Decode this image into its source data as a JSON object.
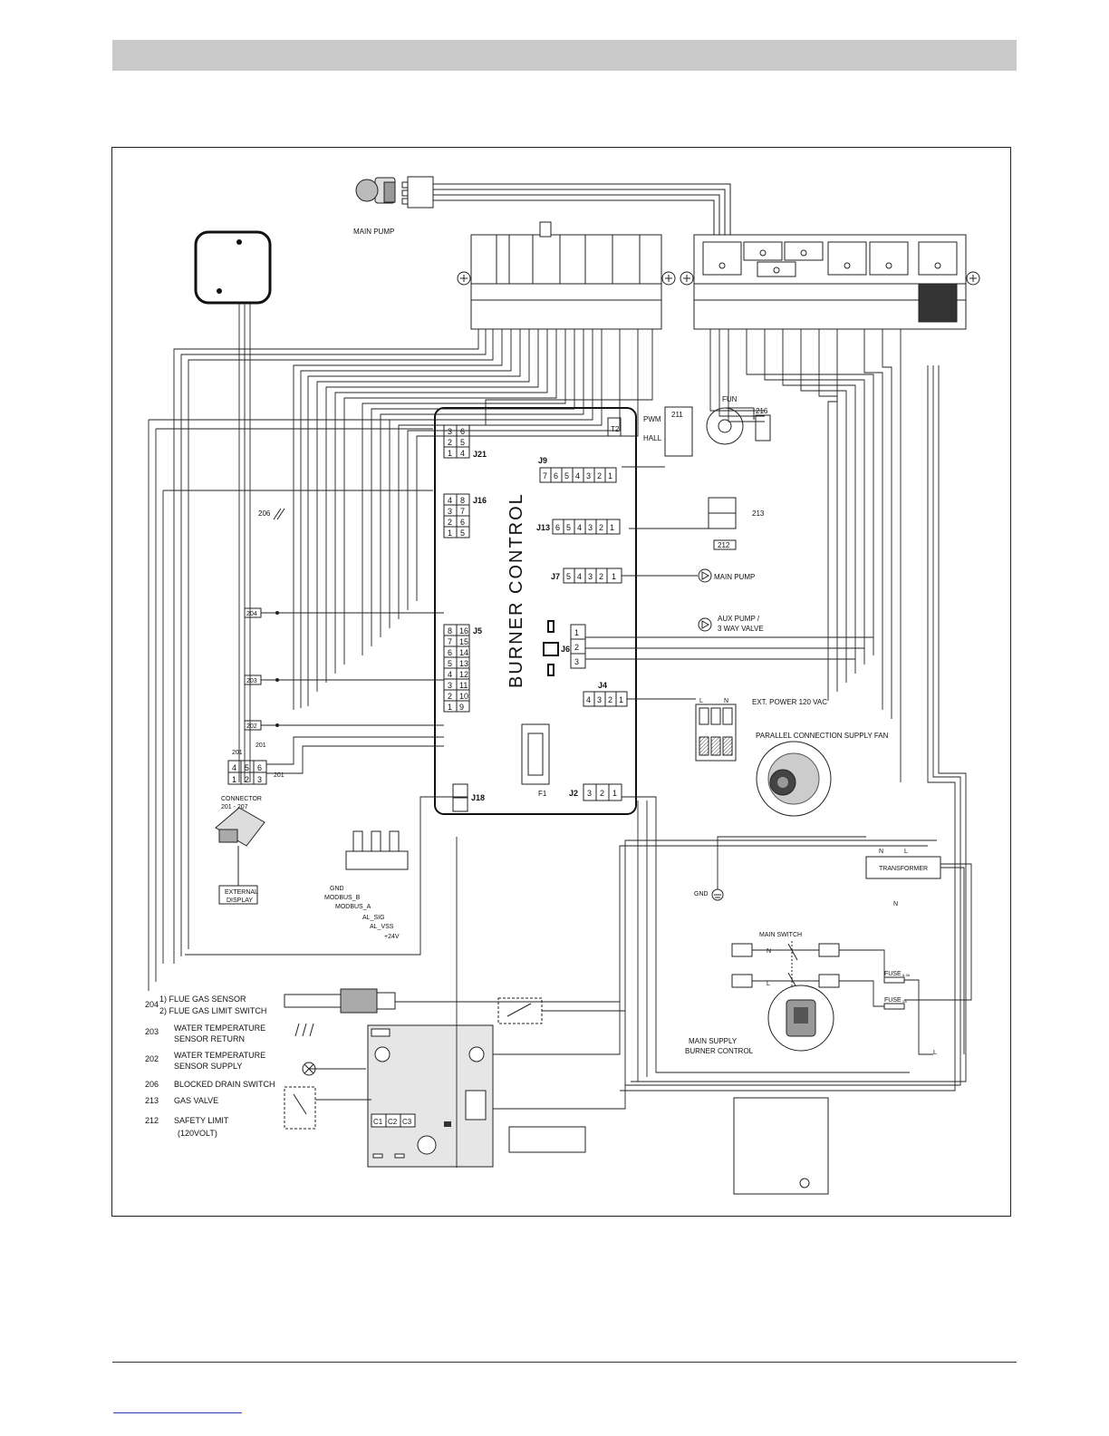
{
  "labels": {
    "main_pump_top": "MAIN PUMP",
    "fun": "FUN",
    "pwm": "PWM",
    "hall": "HALL",
    "burner_control": "BURNER CONTROL",
    "j21": "J21",
    "j16": "J16",
    "j9": "J9",
    "j13": "J13",
    "j7": "J7",
    "j5": "J5",
    "j6": "J6",
    "j4": "J4",
    "j2": "J2",
    "j18": "J18",
    "t2": "T2",
    "f1": "F1",
    "c211": "211",
    "c216": "216",
    "c213": "213",
    "c212": "212",
    "c206": "206",
    "c204": "204",
    "c203": "203",
    "c202": "202",
    "c201a": "201",
    "c201b": "201",
    "c201c": "201",
    "main_pump_j7": "MAIN PUMP",
    "aux_pump_1": "AUX PUMP /",
    "aux_pump_2": "3 WAY VALVE",
    "ext_power": "EXT. POWER 120 VAC",
    "parallel_fan": "PARALLEL CONNECTION SUPPLY FAN",
    "connector_1": "CONNECTOR",
    "connector_2": "201 - 207",
    "external_display_1": "EXTERNAL",
    "external_display_2": "DISPLAY",
    "gnd_pin": "GND",
    "modbus_b": "MODBUS_B",
    "modbus_a": "MODBUS_A",
    "al_sig": "AL_SIG",
    "al_vss": "AL_VSS",
    "v24": "+24V",
    "transformer": "TRANSFORMER",
    "tr_n": "N",
    "tr_l": "L",
    "tr_n2": "N",
    "gnd": "GND",
    "main_switch": "MAIN SWITCH",
    "sw_n": "N",
    "sw_l": "L",
    "fuse1": "FUSE",
    "fuse1_rating": "6.3A",
    "fuse2": "FUSE",
    "fuse2_rating": "2A",
    "main_supply_1": "MAIN SUPPLY",
    "main_supply_2": "BURNER CONTROL",
    "l_bottom": "L",
    "ext_l": "L",
    "ext_n": "N"
  },
  "connectors": {
    "j21": [
      [
        "3",
        "6"
      ],
      [
        "2",
        "5"
      ],
      [
        "1",
        "4"
      ]
    ],
    "j16": [
      [
        "4",
        "8"
      ],
      [
        "3",
        "7"
      ],
      [
        "2",
        "6"
      ],
      [
        "1",
        "5"
      ]
    ],
    "j5": [
      [
        "8",
        "16"
      ],
      [
        "7",
        "15"
      ],
      [
        "6",
        "14"
      ],
      [
        "5",
        "13"
      ],
      [
        "4",
        "12"
      ],
      [
        "3",
        "11"
      ],
      [
        "2",
        "10"
      ],
      [
        "1",
        "9"
      ]
    ],
    "j9": [
      "7",
      "6",
      "5",
      "4",
      "3",
      "2",
      "1"
    ],
    "j13": [
      "6",
      "5",
      "4",
      "3",
      "2",
      "1"
    ],
    "j7": [
      "5",
      "4",
      "3",
      "2",
      "1"
    ],
    "j6": [
      "1",
      "2",
      "3"
    ],
    "j4": [
      "4",
      "3",
      "2",
      "1"
    ],
    "j2": [
      "3",
      "2",
      "1"
    ],
    "c201": [
      [
        "4",
        "5",
        "6"
      ],
      [
        "1",
        "2",
        "3"
      ]
    ],
    "ignition": [
      "C1",
      "C2",
      "C3"
    ]
  },
  "legend": [
    {
      "code": "204",
      "lines": [
        "1) FLUE GAS SENSOR",
        "2) FLUE GAS LIMIT SWITCH"
      ]
    },
    {
      "code": "203",
      "lines": [
        "WATER TEMPERATURE",
        "SENSOR RETURN"
      ]
    },
    {
      "code": "202",
      "lines": [
        "WATER TEMPERATURE",
        "SENSOR SUPPLY"
      ]
    },
    {
      "code": "206",
      "lines": [
        "BLOCKED DRAIN SWITCH"
      ]
    },
    {
      "code": "213",
      "lines": [
        "GAS VALVE"
      ]
    },
    {
      "code": "212",
      "lines": [
        "SAFETY LIMIT",
        "(120VOLT)"
      ]
    }
  ],
  "colors": {
    "wire": "#222222",
    "header_bar": "#c9c9c9",
    "panel_fill": "#e6e6e6",
    "frame": "#222222"
  }
}
